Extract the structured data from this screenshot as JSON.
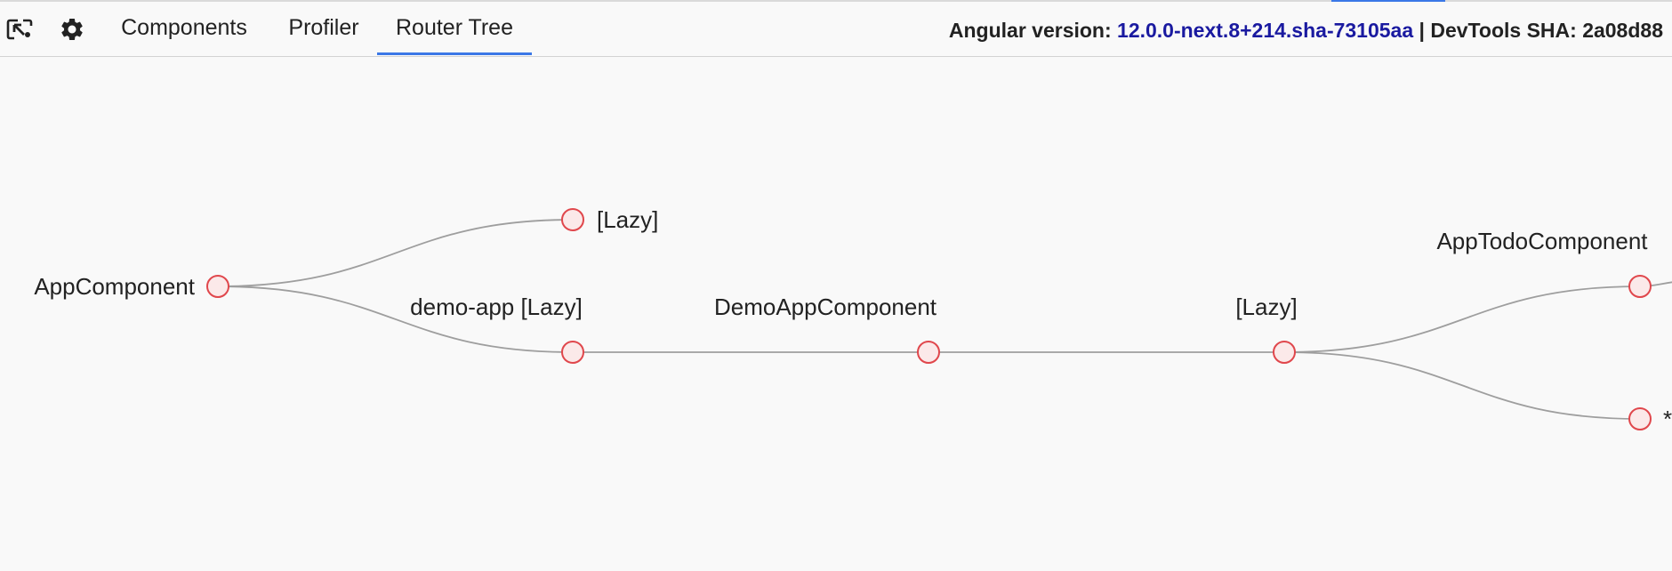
{
  "toolbar": {
    "inspect_icon": "inspect-element-icon",
    "settings_icon": "gear-icon",
    "tabs": [
      {
        "label": "Components",
        "active": false
      },
      {
        "label": "Profiler",
        "active": false
      },
      {
        "label": "Router Tree",
        "active": true
      }
    ],
    "angular_version_label": "Angular version: ",
    "angular_version_value": "12.0.0-next.8+214.sha-73105aa",
    "separator": " | ",
    "devtools_sha_label": "DevTools SHA: ",
    "devtools_sha_value": "2a08d88"
  },
  "router_tree": {
    "nodes": [
      {
        "id": "app",
        "label": "AppComponent"
      },
      {
        "id": "lazy1",
        "label": "[Lazy]"
      },
      {
        "id": "demo",
        "label": "demo-app [Lazy]"
      },
      {
        "id": "democomp",
        "label": "DemoAppComponent"
      },
      {
        "id": "lazy2",
        "label": "[Lazy]"
      },
      {
        "id": "todo",
        "label": "AppTodoComponent"
      },
      {
        "id": "wild",
        "label": "**"
      }
    ],
    "colors": {
      "node_stroke": "#e0474c",
      "node_fill": "#fbe9e9",
      "link": "#9e9e9e",
      "active_tab": "#3b78e7",
      "version_value": "#1a1aa0"
    }
  }
}
